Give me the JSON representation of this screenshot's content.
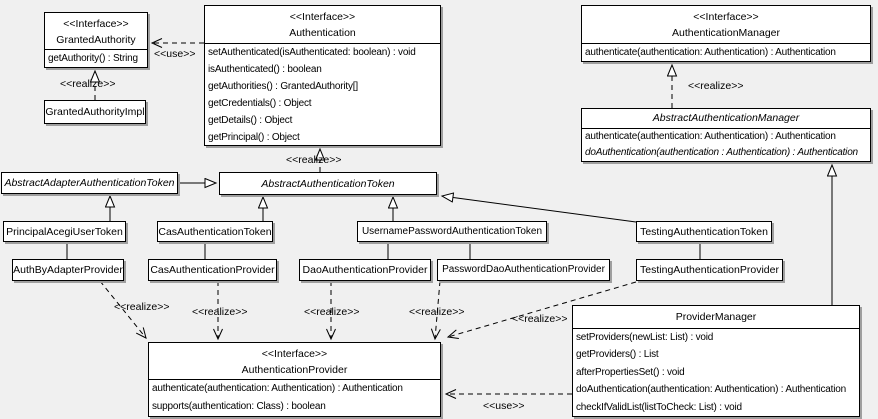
{
  "diagram": {
    "background": "#f0f0f0",
    "box_fill": "#ffffff",
    "line_color": "#000000",
    "labels": {
      "use": "<<use>>",
      "realize": "<<realize>>",
      "plus": "+"
    },
    "classes": [
      {
        "stereotype": "<<Interface>>",
        "name": "GrantedAuthority",
        "methods": [
          "getAuthority() : String"
        ]
      },
      {
        "name": "GrantedAuthorityImpl",
        "methods": []
      },
      {
        "stereotype": "<<Interface>>",
        "name": "Authentication",
        "methods": [
          "setAuthenticated(isAuthenticated: boolean) : void",
          "isAuthenticated() : boolean",
          "getAuthorities() : GrantedAuthority[]",
          "getCredentials() : Object",
          "getDetails() : Object",
          "getPrincipal() : Object"
        ]
      },
      {
        "stereotype": "<<Interface>>",
        "name": "AuthenticationManager",
        "methods": [
          "authenticate(authentication: Authentication) : Authentication"
        ]
      },
      {
        "name": "AbstractAuthenticationManager",
        "abstract": true,
        "methods": [
          "authenticate(authentication: Authentication) : Authentication",
          "doAuthentication(authentication : Authentication) : Authentication"
        ]
      },
      {
        "name": "AbstractAdapterAuthenticationToken",
        "abstract": true,
        "methods": []
      },
      {
        "name": "AbstractAuthenticationToken",
        "abstract": true,
        "methods": []
      },
      {
        "name": "PrincipalAcegiUserToken",
        "methods": []
      },
      {
        "name": "CasAuthenticationToken",
        "methods": []
      },
      {
        "name": "UsernamePasswordAuthenticationToken",
        "methods": []
      },
      {
        "name": "TestingAuthenticationToken",
        "methods": []
      },
      {
        "name": "AuthByAdapterProvider",
        "methods": []
      },
      {
        "name": "CasAuthenticationProvider",
        "methods": []
      },
      {
        "name": "DaoAuthenticationProvider",
        "methods": []
      },
      {
        "name": "PasswordDaoAuthenticationProvider",
        "methods": []
      },
      {
        "name": "TestingAuthenticationProvider",
        "methods": []
      },
      {
        "stereotype": "<<Interface>>",
        "name": "AuthenticationProvider",
        "methods": [
          "authenticate(authentication: Authentication) : Authentication",
          "supports(authentication: Class) : boolean"
        ]
      },
      {
        "name": "ProviderManager",
        "methods": [
          "setProviders(newList: List) : void",
          "getProviders() : List",
          "afterPropertiesSet() : void",
          "doAuthentication(authentication: Authentication) : Authentication",
          "checkIfValidList(listToCheck: List) : void"
        ]
      }
    ]
  }
}
